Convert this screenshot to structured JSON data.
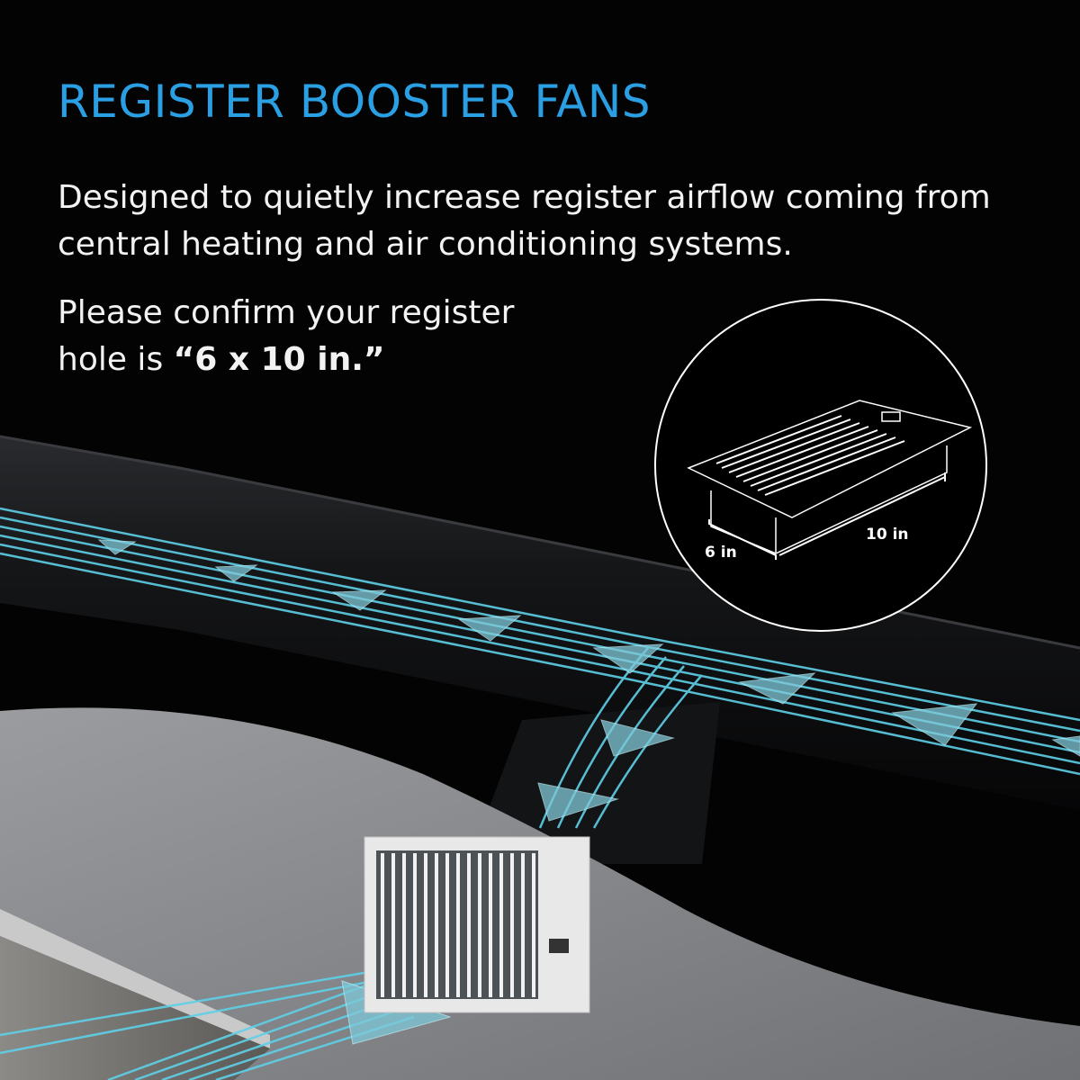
{
  "header": {
    "title": "REGISTER BOOSTER FANS"
  },
  "body": {
    "description": "Designed to quietly increase register airflow coming from central heating and air conditioning systems.",
    "confirm_prefix": "Please confirm your register hole is ",
    "confirm_size": "“6 x 10 in.”"
  },
  "inset": {
    "width_label": "6 in",
    "length_label": "10 in"
  },
  "colors": {
    "title": "#2b9fe3",
    "airflow": "#5fd0e8",
    "wall": "#8d8f93",
    "background": "#030303"
  }
}
